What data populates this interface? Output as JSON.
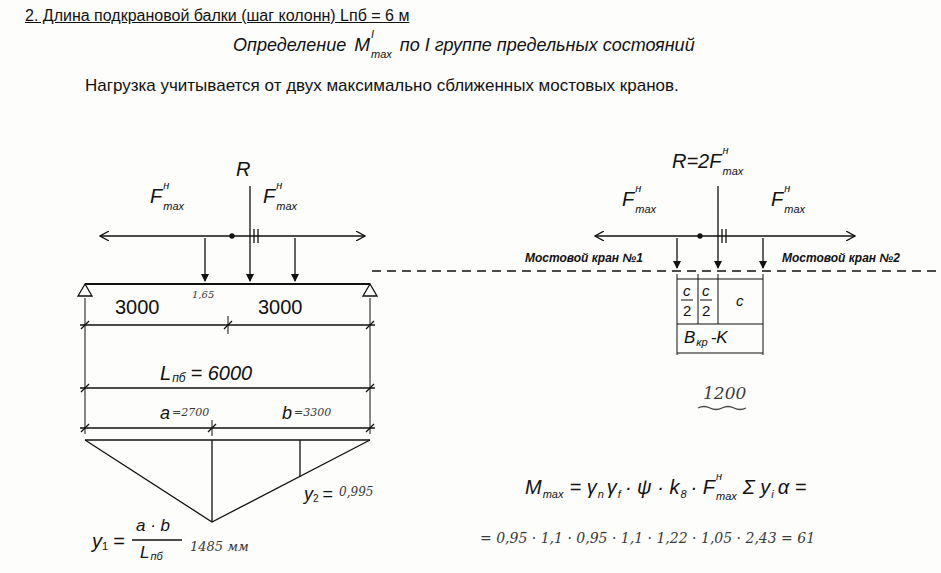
{
  "diagram": {
    "title": "2. Длина подкрановой балки (шаг колонн) Lпб = 6 м",
    "labels": [
      "Определение",
      "M",
      "I",
      "max",
      "по I группе предельных состояний",
      "Нагрузка учитывается от двух максимально сближенных мостовых кранов.",
      "F",
      "н",
      "max",
      "R",
      "F",
      "н",
      "max",
      "1,65",
      "3000",
      "3000",
      "L",
      "пб",
      "= 6000",
      "a",
      "=2700",
      "b",
      "=3300",
      "y",
      "1",
      "=",
      "a · b",
      "L",
      "пб",
      "1485 мм",
      "y",
      "2",
      "=",
      "0,995",
      "R=2F",
      "н",
      "max",
      "F",
      "н",
      "max",
      "F",
      "н",
      "max",
      "Мостовой кран №1",
      "Мостовой кран №2",
      "c",
      "2",
      "c",
      "2",
      "c",
      "B",
      "кр",
      "-K",
      "1200",
      "M",
      "max",
      "= γ",
      "n",
      "γ",
      "f",
      "· ψ · k",
      "8",
      "· F",
      "н",
      "max",
      "Σ y",
      "i",
      "α =",
      "= 0,95 · 1,1 · 0,95 · 1,1 · 1,22 · 1,05 · 2,43 = 61"
    ]
  }
}
